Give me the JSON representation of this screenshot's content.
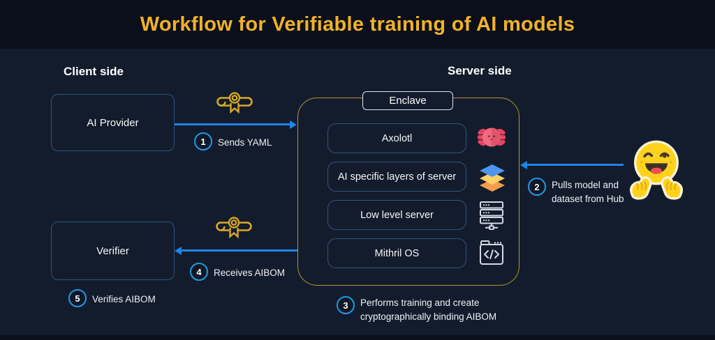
{
  "title": "Workflow for Verifiable training of AI models",
  "sections": {
    "client_heading": "Client side",
    "server_heading": "Server side"
  },
  "nodes": {
    "ai_provider": "AI Provider",
    "verifier": "Verifier",
    "enclave_label": "Enclave",
    "components": [
      {
        "label": "Axolotl",
        "icon": "axolotl-icon"
      },
      {
        "label": "AI specific layers of server",
        "icon": "layers-icon"
      },
      {
        "label": "Low level server",
        "icon": "server-rack-icon"
      },
      {
        "label": "Mithril OS",
        "icon": "code-window-icon"
      }
    ]
  },
  "steps": [
    {
      "num": "1",
      "label": "Sends YAML"
    },
    {
      "num": "2",
      "label": "Pulls model and dataset from Hub"
    },
    {
      "num": "3",
      "label": "Performs training and create cryptographically binding AIBOM"
    },
    {
      "num": "4",
      "label": "Receives AIBOM"
    },
    {
      "num": "5",
      "label": "Verifies AIBOM"
    }
  ],
  "colors": {
    "title_gold": "#f2b227",
    "enclave_border_gold": "#b99531",
    "certificate_gold": "#d9a826",
    "arrow_blue": "#1d86e8",
    "node_border_blue": "#2f5385",
    "step_circle_blue": "#1e9ce6",
    "background": "#131c2c",
    "top_band": "#0a0f1b",
    "huggingface_yellow": "#ffd21e",
    "axolotl_pink": "#ef5f73",
    "layers_blue": "#4d96f0",
    "layers_yellow": "#ffd166",
    "layers_orange": "#f59d4e"
  }
}
